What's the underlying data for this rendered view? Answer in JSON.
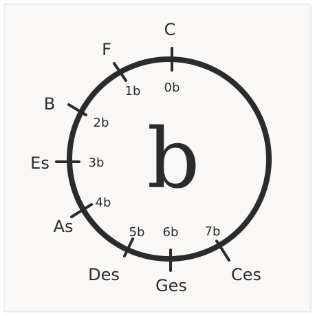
{
  "diagram": {
    "center_symbol": "b",
    "colors": {
      "ink": "#2b2b2b",
      "paper": "#f9f8f6"
    },
    "keys": [
      {
        "name": "C",
        "flats": "0b"
      },
      {
        "name": "F",
        "flats": "1b"
      },
      {
        "name": "B",
        "flats": "2b"
      },
      {
        "name": "Es",
        "flats": "3b"
      },
      {
        "name": "As",
        "flats": "4b"
      },
      {
        "name": "Des",
        "flats": "5b"
      },
      {
        "name": "Ges",
        "flats": "6b"
      },
      {
        "name": "Ces",
        "flats": "7b"
      }
    ]
  }
}
